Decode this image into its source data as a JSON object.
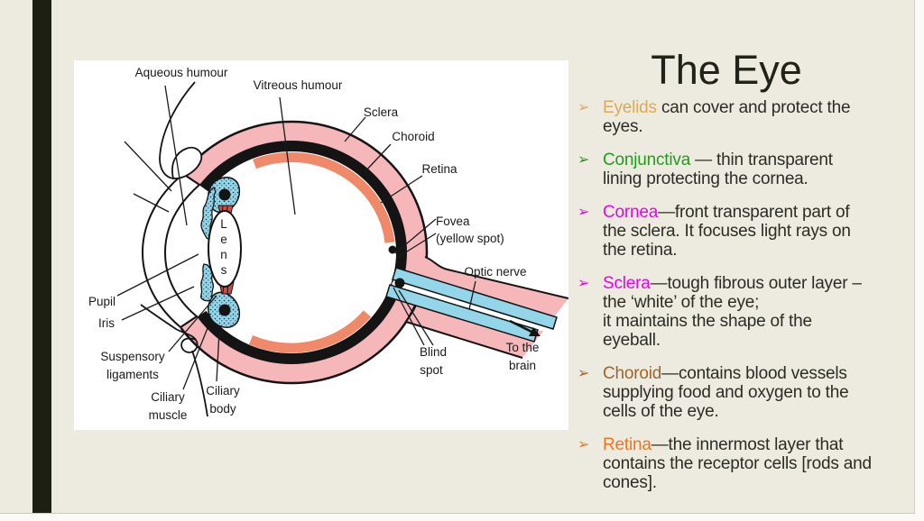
{
  "page": {
    "background": "#fbfaf6",
    "slide_bg": "#edeae0",
    "accent_bar_color": "#1d1f12",
    "border_color": "#cfccc3"
  },
  "title": {
    "text": "The Eye",
    "color": "#21231a"
  },
  "bullets": [
    {
      "marker": "➢",
      "keyword": "Eyelids",
      "color": "#dcab55",
      "text": " can cover and protect the\neyes."
    },
    {
      "marker": "➢",
      "keyword": "Conjunctiva",
      "color": "#239b1e",
      "text": " — thin transparent\nlining protecting the cornea."
    },
    {
      "marker": "➢",
      "keyword": "Cornea",
      "color": "#ee00ee",
      "text": "—front transparent part of\nthe sclera. It focuses light rays on\nthe retina."
    },
    {
      "marker": "➢",
      "keyword": "Sclera",
      "color": "#ee00ee",
      "text": "—tough fibrous outer layer –\nthe ‘white’ of the eye;\nit maintains the shape of the\neyeball."
    },
    {
      "marker": "➢",
      "keyword": "Choroid",
      "color": "#9c6533",
      "text": "—contains blood vessels\nsupplying food and oxygen to the\ncells of the eye."
    },
    {
      "marker": "➢",
      "keyword": "Retina",
      "color": "#f5731c",
      "text": "—the innermost layer that\ncontains the receptor cells [rods and\ncones]."
    }
  ],
  "diagram": {
    "colors": {
      "sclera": "#f6b7bb",
      "choroid": "#141414",
      "retina": "#f0886a",
      "nerve_blue": "#93d5e9",
      "ligament_red": "#cd4b44",
      "label_sclera": "#f2a0a4",
      "label_retina": "#ee7057"
    },
    "labels": {
      "aqueous": "Aqueous humour",
      "vitreous": "Vitreous humour",
      "sclera": "Sclera",
      "choroid": "Choroid",
      "retina": "Retina",
      "fovea_line1": "Fovea",
      "fovea_line2": "(yellow spot)",
      "optic_nerve": "Optic nerve",
      "to_brain_line1": "To the",
      "to_brain_line2": "brain",
      "blind_line1": "Blind",
      "blind_line2": "spot",
      "pupil": "Pupil",
      "iris": "Iris",
      "suspensory_line1": "Suspensory",
      "suspensory_line2": "ligaments",
      "ciliary_muscle_line1": "Ciliary",
      "ciliary_muscle_line2": "muscle",
      "ciliary_body_line1": "Ciliary",
      "ciliary_body_line2": "body",
      "lens_l1": "L",
      "lens_l2": "e",
      "lens_l3": "n",
      "lens_l4": "s"
    }
  }
}
